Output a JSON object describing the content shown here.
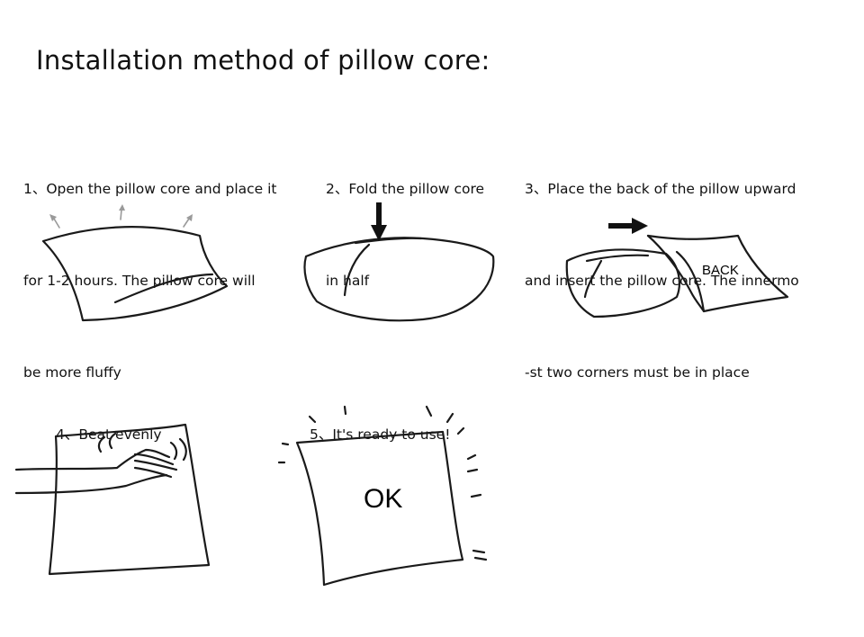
{
  "title": "Installation method of pillow core:",
  "steps": [
    {
      "lines": [
        "1、Open the pillow core and place it",
        "for 1-2 hours. The pillow core will",
        "be more fluffy"
      ]
    },
    {
      "lines": [
        "2、Fold the pillow core",
        "in half"
      ]
    },
    {
      "lines": [
        "3、Place the back of the pillow upward",
        "and insert the pillow core. The innermo",
        "-st two corners must be in place"
      ]
    },
    {
      "lines": [
        "4、Beat evenly"
      ]
    },
    {
      "lines": [
        "5、It's ready to use!"
      ]
    }
  ],
  "labels": {
    "back": "BACK",
    "ok": "OK"
  }
}
